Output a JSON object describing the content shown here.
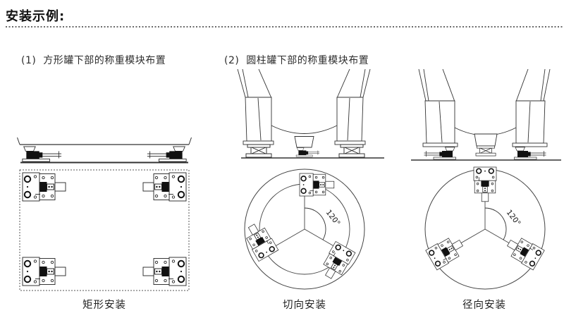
{
  "header": {
    "title": "安装示例:"
  },
  "sections": {
    "square_tank": {
      "label": "(1)  方形罐下部的称重模块布置"
    },
    "cylindrical_tank": {
      "label": "(2)  圆柱罐下部的称重模块布置"
    }
  },
  "diagrams": {
    "rectangular": {
      "caption": "矩形安装"
    },
    "tangential": {
      "caption": "切向安装",
      "angle_label": "120°"
    },
    "radial": {
      "caption": "径向安装",
      "angle_label": "120°"
    }
  },
  "colors": {
    "line": "#333333",
    "ink": "#111111",
    "background": "#ffffff"
  }
}
